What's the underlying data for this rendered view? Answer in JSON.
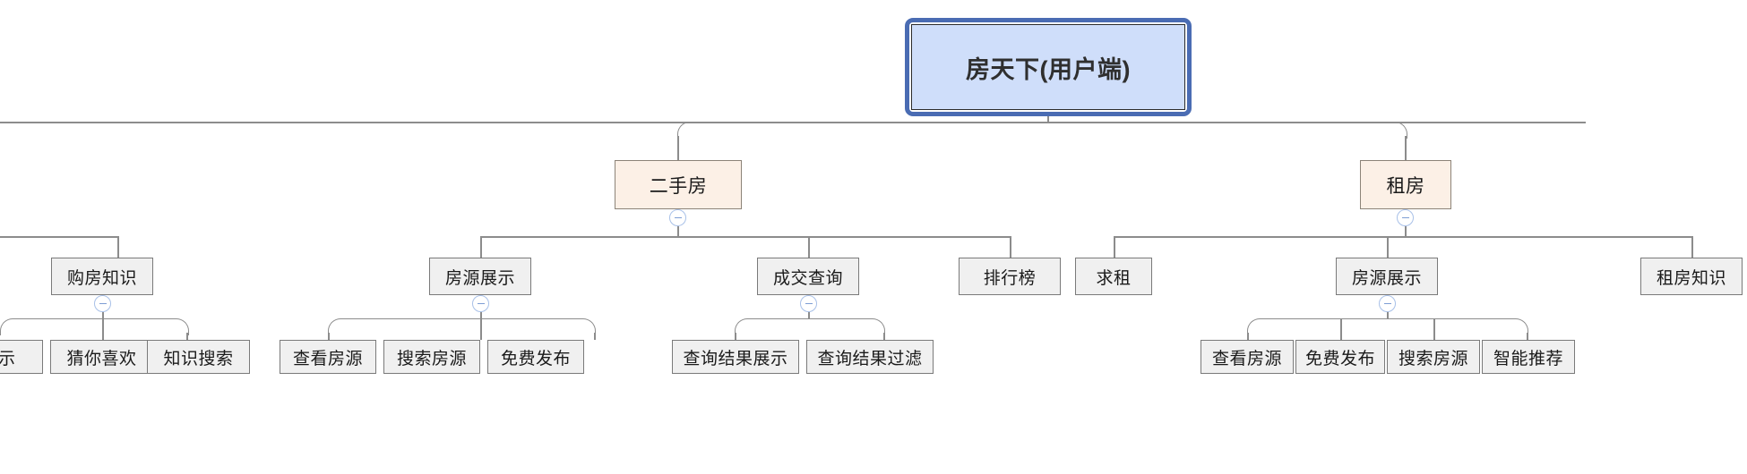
{
  "diagram": {
    "type": "mindmap-tree",
    "title": "房天下(用户端)",
    "colors": {
      "root_fill": "#cfdefa",
      "root_selection_border": "#4a6cb3",
      "level2_fill": "#fcf0e6",
      "level2_border": "#8c8378",
      "node_fill": "#f0f0f0",
      "node_border": "#7a7a7a",
      "connector": "#8c8c8c",
      "toggle_border": "#a8c0e8",
      "toggle_glyph": "#7e9ed4"
    },
    "toggle_glyph": "minus"
  },
  "root": {
    "label": "房天下(用户端)"
  },
  "branches": [
    {
      "label": "二手房",
      "collapsible": true,
      "children": [
        {
          "label": "房源展示",
          "collapsible": true,
          "children": [
            {
              "label": "查看房源"
            },
            {
              "label": "搜索房源"
            },
            {
              "label": "免费发布"
            }
          ]
        },
        {
          "label": "成交查询",
          "collapsible": true,
          "children": [
            {
              "label": "查询结果展示"
            },
            {
              "label": "查询结果过滤"
            }
          ]
        },
        {
          "label": "排行榜",
          "collapsible": false,
          "children": []
        }
      ]
    },
    {
      "label": "租房",
      "collapsible": true,
      "children": [
        {
          "label": "求租",
          "collapsible": false,
          "children": []
        },
        {
          "label": "房源展示",
          "collapsible": true,
          "children": [
            {
              "label": "查看房源"
            },
            {
              "label": "免费发布"
            },
            {
              "label": "搜索房源"
            },
            {
              "label": "智能推荐"
            }
          ]
        },
        {
          "label": "租房知识",
          "collapsible": false,
          "children": []
        }
      ]
    }
  ],
  "offscreen_branch": {
    "note_visible_nodes": true,
    "level3": {
      "label": "购房知识",
      "collapsible": true
    },
    "leaves": [
      {
        "label": "展示"
      },
      {
        "label": "猜你喜欢"
      },
      {
        "label": "知识搜索"
      }
    ]
  }
}
